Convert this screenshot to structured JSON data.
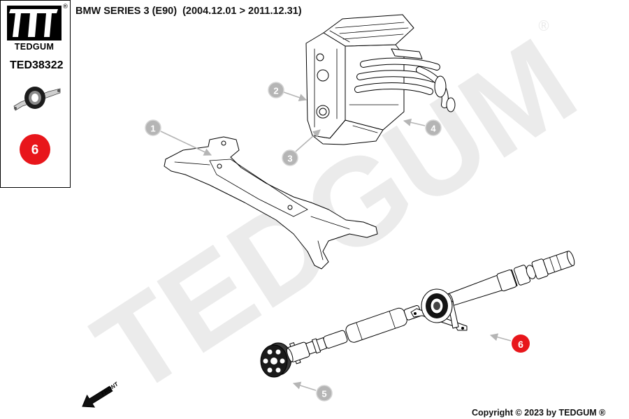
{
  "brand": {
    "logo_text": "TEDGUM",
    "registered": "®"
  },
  "part": {
    "number": "TED38322",
    "callout": "6"
  },
  "title": "BMW SERIES 3 (E90)  (2004.12.01 > 2011.12.31)",
  "watermark": {
    "text": "TEDGUM",
    "registered": "®"
  },
  "callouts": [
    "1",
    "2",
    "3",
    "4",
    "5",
    "6"
  ],
  "front_label": "FRONT",
  "copyright": "Copyright © 2023 by TEDGUM ®",
  "colors": {
    "highlight": "#e8161b",
    "callout": "#b5b5b5",
    "watermark": "#ebebeb",
    "outline": "#000000"
  },
  "icons": {
    "front_arrow": "arrow-down-left-icon",
    "part_thumbnail": "center-bearing-icon"
  }
}
